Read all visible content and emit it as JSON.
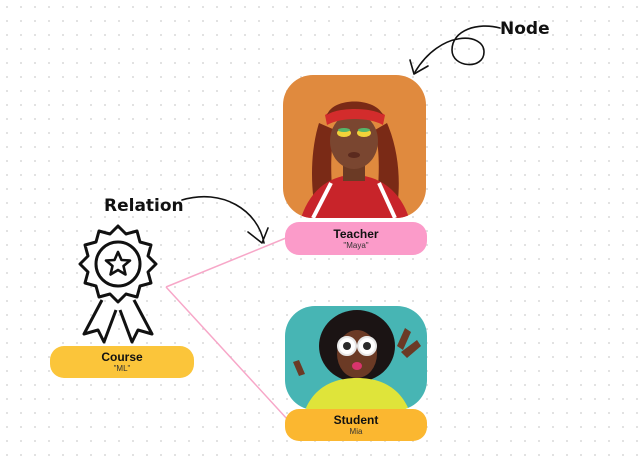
{
  "annotations": {
    "node": "Node",
    "relation": "Relation"
  },
  "nodes": {
    "teacher": {
      "label": "Teacher",
      "value": "\"Maya\""
    },
    "student": {
      "label": "Student",
      "value": "Mia"
    },
    "course": {
      "label": "Course",
      "value": "\"ML\""
    }
  },
  "colors": {
    "teacher_pill": "#fb9bc9",
    "student_pill": "#fbb730",
    "course_pill": "#fbc53a",
    "edge": "#f7a7c8",
    "teacher_bg": "#e08a3e",
    "student_bg": "#47b5b4"
  },
  "icons": {
    "course": "award-badge-icon"
  }
}
